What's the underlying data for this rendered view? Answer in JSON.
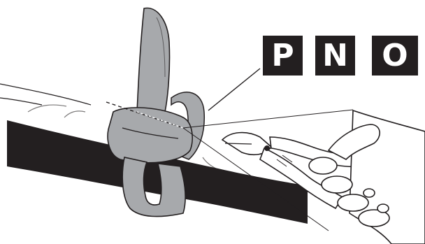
{
  "labels": {
    "first": "P",
    "second": "N",
    "third": "O"
  },
  "colors": {
    "label_background": "#231f20",
    "label_text": "#ffffff",
    "strap": "#231f20",
    "tie": "#a7a9ac",
    "tie_outline": "#231f20",
    "background": "#ffffff"
  },
  "icons": [
    "wrist-strap",
    "cable-tie",
    "side-cutter-pliers",
    "hand"
  ]
}
